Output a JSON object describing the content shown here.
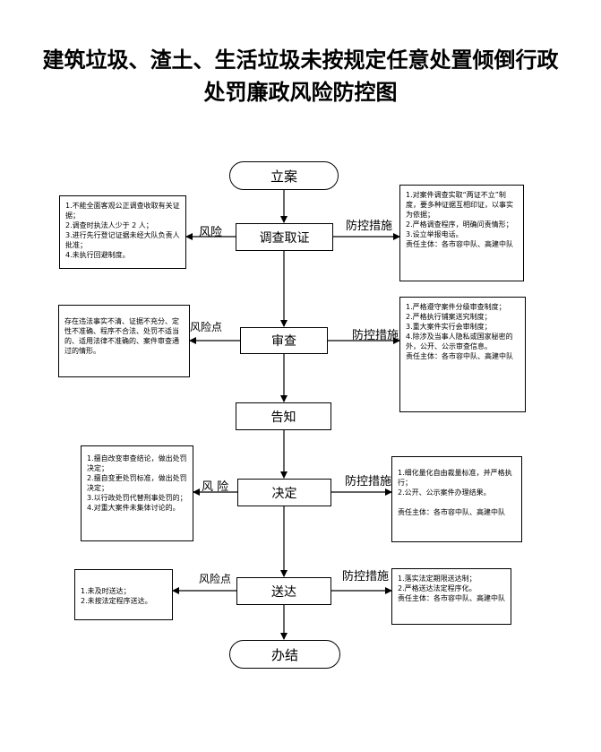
{
  "title": {
    "line1": "建筑垃圾、渣土、生活垃圾未按规定任意处置倾倒行政",
    "line2": "处罚廉政风险防控图"
  },
  "steps": {
    "start": "立案",
    "investigate": "调查取证",
    "review": "审查",
    "notify": "告知",
    "decide": "决定",
    "deliver": "送达",
    "end": "办结"
  },
  "labels": {
    "risk": "风险",
    "risk_point": "风险点",
    "risk_spaced": "风  险",
    "control": "防控措施"
  },
  "risks": {
    "investigate": [
      "1.不能全面客观公正调查收取有关证据；",
      "2.调查时执法人少于 2 人；",
      "3.进行先行登记证据未经大队负责人批准；",
      "4.未执行回避制度。"
    ],
    "review": [
      "存在违法事实不清、证据不充分、定性不准确、程序不合法、处罚不适当的、适用法律不准确的、案件审查通过的情形。"
    ],
    "decide": [
      "1.擅自改变审查结论，做出处罚决定；",
      "2.擅自变更处罚标准，做出处罚决定；",
      "3.以行政处罚代替刑事处罚的；",
      "4.对重大案件未集体讨论的。"
    ],
    "deliver": [
      "1.未及时送达；",
      "2.未按法定程序送达。"
    ]
  },
  "controls": {
    "investigate": [
      "1.对案件调查实取“两证不立”制度，要多种证据互相印证，以事实为依据；",
      "2.严格调查程序，明确问责情形；",
      "3.设立举报电话。",
      "责任主体：各市容中队、高建中队"
    ],
    "review": [
      "1.严格遵守案件分级审查制度；",
      "2.严格执行铺案送究制度；",
      "3.重大案件实行会审制度；",
      "4.除涉及当事人隐私或国家秘密的外，公开、公示审查信息。",
      "责任主体：各市容中队、高建中队"
    ],
    "decide": [
      "1.细化量化自由裁量标准，并严格执行；",
      "2.公开、公示案件办理结果。",
      "",
      "责任主体：各市容中队、高建中队"
    ],
    "deliver": [
      "1.落实法定期限送达制；",
      "2.严格送达法定程序化。",
      "责任主体：各市容中队、高建中队"
    ]
  }
}
